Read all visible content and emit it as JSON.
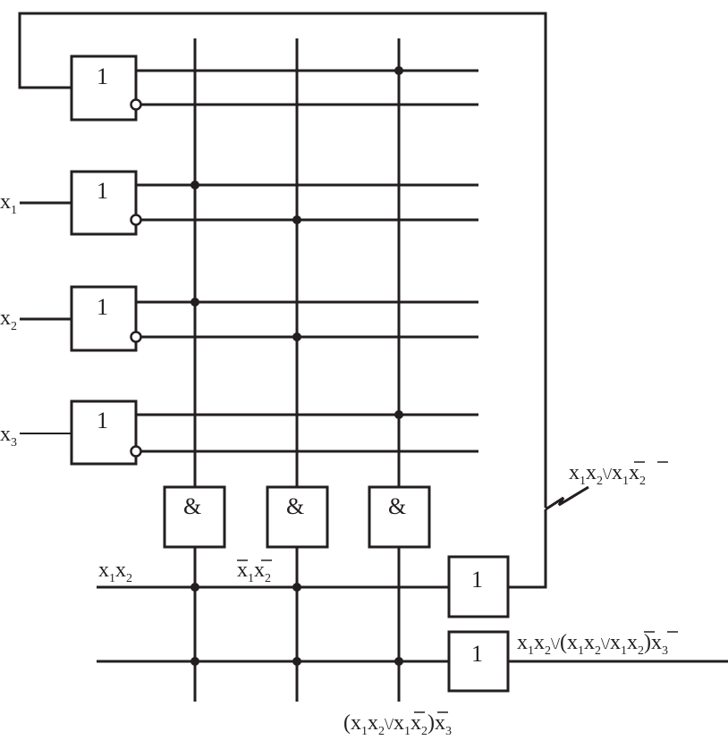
{
  "gates": {
    "or1": "1",
    "or2": "1",
    "or3": "1",
    "or4": "1",
    "and1": "&",
    "and2": "&",
    "and3": "&",
    "or5": "1",
    "or6": "1"
  },
  "inputs": {
    "x1": {
      "base": "x",
      "sub": "1"
    },
    "x2": {
      "base": "x",
      "sub": "2"
    },
    "x3": {
      "base": "x",
      "sub": "3"
    }
  },
  "labels": {
    "bus_x1x2": {
      "a": "x",
      "s1": "1",
      "b": "x",
      "s2": "2"
    },
    "bus_nx1nx2": {
      "a": "x",
      "s1": "1",
      "b": "x",
      "s2": "2"
    },
    "feedback": {
      "a": "x",
      "s1": "1",
      "b": "x",
      "s2": "2",
      "or": "\\/",
      "c": "x",
      "s3": "1",
      "d": "x",
      "s4": "2"
    },
    "output": {
      "a": "x",
      "s1": "1",
      "b": "x",
      "s2": "2",
      "or1": "\\/",
      "p1": "(",
      "c": "x",
      "s3": "1",
      "d": "x",
      "s4": "2",
      "or2": "\\/",
      "e": "x",
      "s5": "1",
      "f": "x",
      "s6": "2",
      "p2": ")",
      "g": "x",
      "s7": "3"
    },
    "bottom": {
      "p1": "(",
      "a": "x",
      "s1": "1",
      "b": "x",
      "s2": "2",
      "or": "\\/",
      "c": "x",
      "s3": "1",
      "d": "x",
      "s4": "2",
      "p2": ")",
      "e": "x",
      "s5": "3"
    }
  }
}
